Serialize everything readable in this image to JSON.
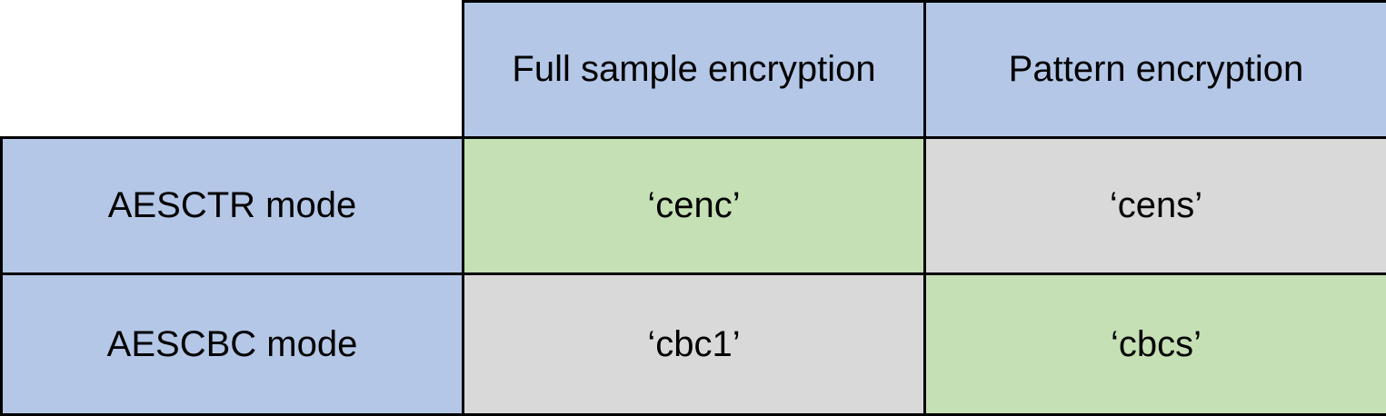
{
  "chart_data": {
    "type": "table",
    "title": "",
    "columns": [
      "",
      "Full sample encryption",
      "Pattern encryption"
    ],
    "rows": [
      [
        "AESCTR mode",
        "‘cenc’",
        "‘cens’"
      ],
      [
        "AESCBC mode",
        "‘cbc1’",
        "‘cbcs’"
      ]
    ],
    "layout_hints": {
      "header_row": true,
      "header_column": true,
      "corner_cell_empty": true,
      "grid": "black solid borders, no border on empty corner cell"
    }
  },
  "colors": {
    "header_fill": "#b4c7e7",
    "highlight_fill": "#c5e0b4",
    "neutral_fill": "#d9d9d9",
    "corner_fill": "#ffffff",
    "border": "#000000",
    "text": "#000000"
  },
  "cell_fills": {
    "cenc": "highlight_fill",
    "cens": "neutral_fill",
    "cbc1": "neutral_fill",
    "cbcs": "highlight_fill"
  }
}
